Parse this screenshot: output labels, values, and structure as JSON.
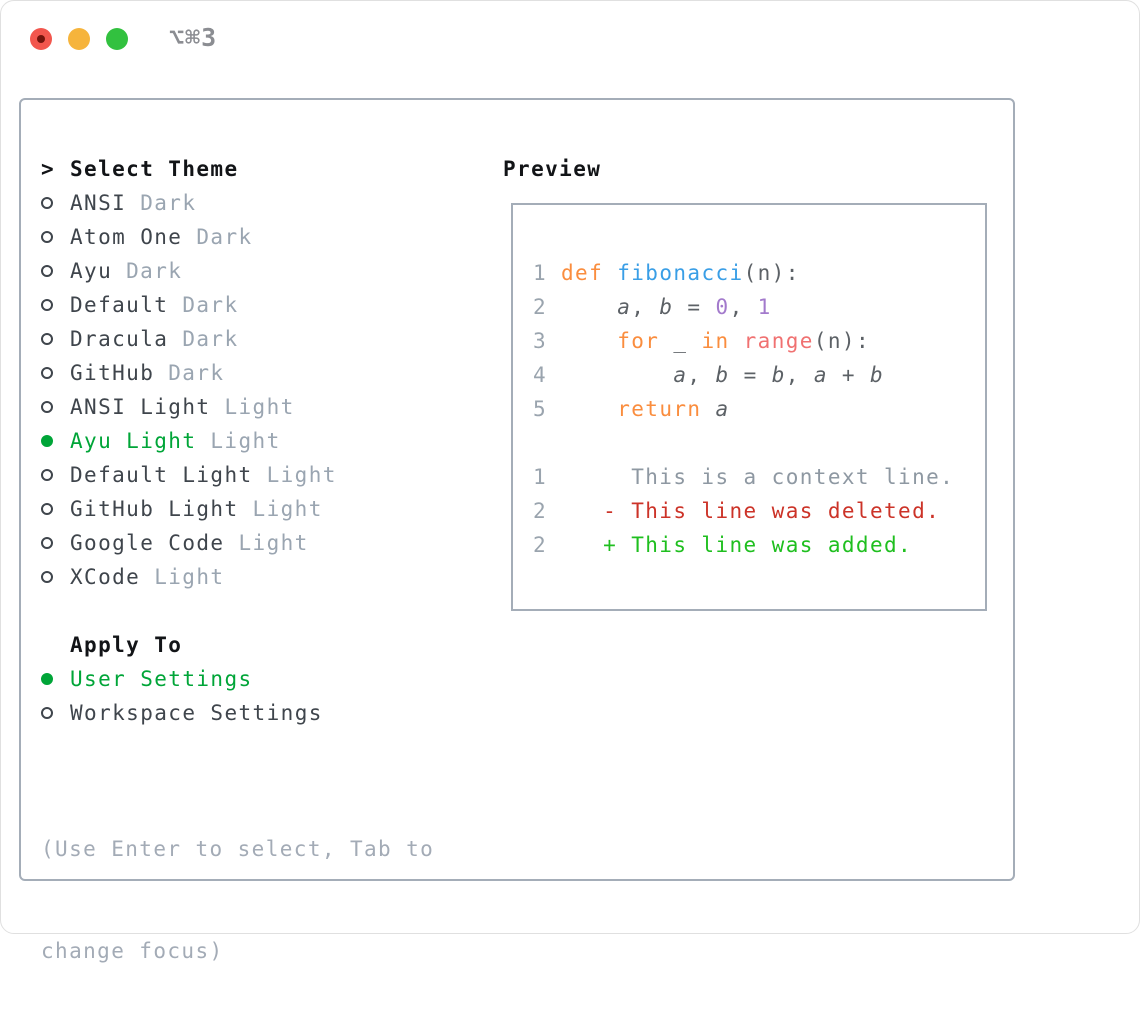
{
  "window": {
    "title": "⌥⌘3",
    "traffic_lights": {
      "close": "#f2564d",
      "close_dot": "#73140c",
      "minimize": "#f6b43c",
      "zoom": "#32c13f"
    }
  },
  "theme_picker": {
    "header_marker": ">",
    "header": "Select Theme",
    "themes": [
      {
        "name": "ANSI",
        "variant": "Dark",
        "selected": false
      },
      {
        "name": "Atom One",
        "variant": "Dark",
        "selected": false
      },
      {
        "name": "Ayu",
        "variant": "Dark",
        "selected": false
      },
      {
        "name": "Default",
        "variant": "Dark",
        "selected": false
      },
      {
        "name": "Dracula",
        "variant": "Dark",
        "selected": false
      },
      {
        "name": "GitHub",
        "variant": "Dark",
        "selected": false
      },
      {
        "name": "ANSI Light",
        "variant": "Light",
        "selected": false
      },
      {
        "name": "Ayu Light",
        "variant": "Light",
        "selected": true
      },
      {
        "name": "Default Light",
        "variant": "Light",
        "selected": false
      },
      {
        "name": "GitHub Light",
        "variant": "Light",
        "selected": false
      },
      {
        "name": "Google Code",
        "variant": "Light",
        "selected": false
      },
      {
        "name": "XCode",
        "variant": "Light",
        "selected": false
      }
    ],
    "apply_to": {
      "header": "Apply To",
      "options": [
        {
          "name": "User Settings",
          "selected": true
        },
        {
          "name": "Workspace Settings",
          "selected": false
        }
      ]
    },
    "hint_line1": "(Use Enter to select, Tab to",
    "hint_line2": "change focus)"
  },
  "preview": {
    "header": "Preview",
    "lines": [
      {
        "num": "1",
        "tokens": [
          {
            "t": "def",
            "c": "kw"
          },
          {
            "t": " ",
            "c": "plain"
          },
          {
            "t": "fibonacci",
            "c": "fn"
          },
          {
            "t": "(n):",
            "c": "plain"
          }
        ]
      },
      {
        "num": "2",
        "tokens": [
          {
            "t": "    ",
            "c": "plain"
          },
          {
            "t": "a",
            "c": "var"
          },
          {
            "t": ", ",
            "c": "plain"
          },
          {
            "t": "b",
            "c": "var"
          },
          {
            "t": " = ",
            "c": "plain"
          },
          {
            "t": "0",
            "c": "const"
          },
          {
            "t": ", ",
            "c": "plain"
          },
          {
            "t": "1",
            "c": "const"
          }
        ]
      },
      {
        "num": "3",
        "tokens": [
          {
            "t": "    ",
            "c": "plain"
          },
          {
            "t": "for",
            "c": "kw"
          },
          {
            "t": " _ ",
            "c": "plain"
          },
          {
            "t": "in",
            "c": "kw"
          },
          {
            "t": " ",
            "c": "plain"
          },
          {
            "t": "range",
            "c": "special"
          },
          {
            "t": "(n):",
            "c": "plain"
          }
        ]
      },
      {
        "num": "4",
        "tokens": [
          {
            "t": "        ",
            "c": "plain"
          },
          {
            "t": "a",
            "c": "var"
          },
          {
            "t": ", ",
            "c": "plain"
          },
          {
            "t": "b",
            "c": "var"
          },
          {
            "t": " = ",
            "c": "plain"
          },
          {
            "t": "b",
            "c": "var"
          },
          {
            "t": ", ",
            "c": "plain"
          },
          {
            "t": "a",
            "c": "var"
          },
          {
            "t": " + ",
            "c": "plain"
          },
          {
            "t": "b",
            "c": "var"
          }
        ]
      },
      {
        "num": "5",
        "tokens": [
          {
            "t": "    ",
            "c": "plain"
          },
          {
            "t": "return",
            "c": "kw"
          },
          {
            "t": " ",
            "c": "plain"
          },
          {
            "t": "a",
            "c": "var"
          }
        ]
      },
      {
        "num": "",
        "tokens": []
      },
      {
        "num": "1",
        "tokens": [
          {
            "t": "     This is a context line.",
            "c": "context"
          }
        ]
      },
      {
        "num": "2",
        "tokens": [
          {
            "t": "   - This line was deleted.",
            "c": "del"
          }
        ]
      },
      {
        "num": "2",
        "tokens": [
          {
            "t": "   + This line was added.",
            "c": "add"
          }
        ]
      }
    ]
  },
  "colors": {
    "accent_green": "#00a538",
    "text_dark": "#3f454c",
    "text_black": "#121417",
    "muted_gray": "#9aa5b1",
    "hint_gray": "#a3abb6",
    "line_number_gray": "#9aa4ae",
    "border_gray": "#a4adb8",
    "code_plain": "#5c6166",
    "keyword_orange": "#fa8d3e",
    "function_blue": "#399ee6",
    "constant_purple": "#a37acc",
    "special_coral": "#f07171",
    "context_gray": "#8e98a2",
    "diff_red": "#cc3328",
    "diff_green": "#1fbf1f",
    "title_gray": "#8b8d92"
  }
}
